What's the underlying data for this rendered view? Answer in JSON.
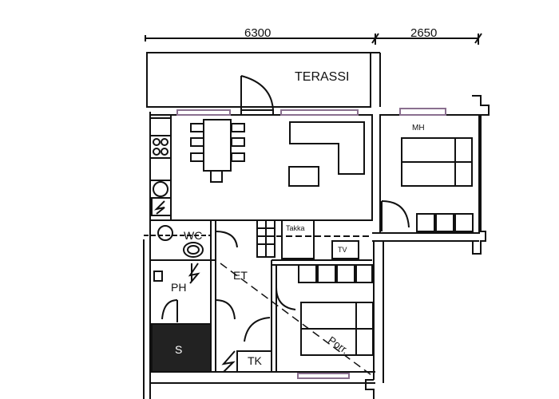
{
  "dimensions": {
    "left_width": "6300",
    "right_width": "2650"
  },
  "rooms": {
    "terrace": "TERASSI",
    "master_bedroom": "MH",
    "fireplace": "Takka",
    "tv": "TV",
    "wc": "WC",
    "entrance_hall": "ET",
    "bathroom": "PH",
    "sauna": "S",
    "closet": "TK",
    "stairs_down": "Porr."
  },
  "colors": {
    "line": "#111111",
    "background": "#ffffff",
    "window": "#8a6f8f"
  }
}
